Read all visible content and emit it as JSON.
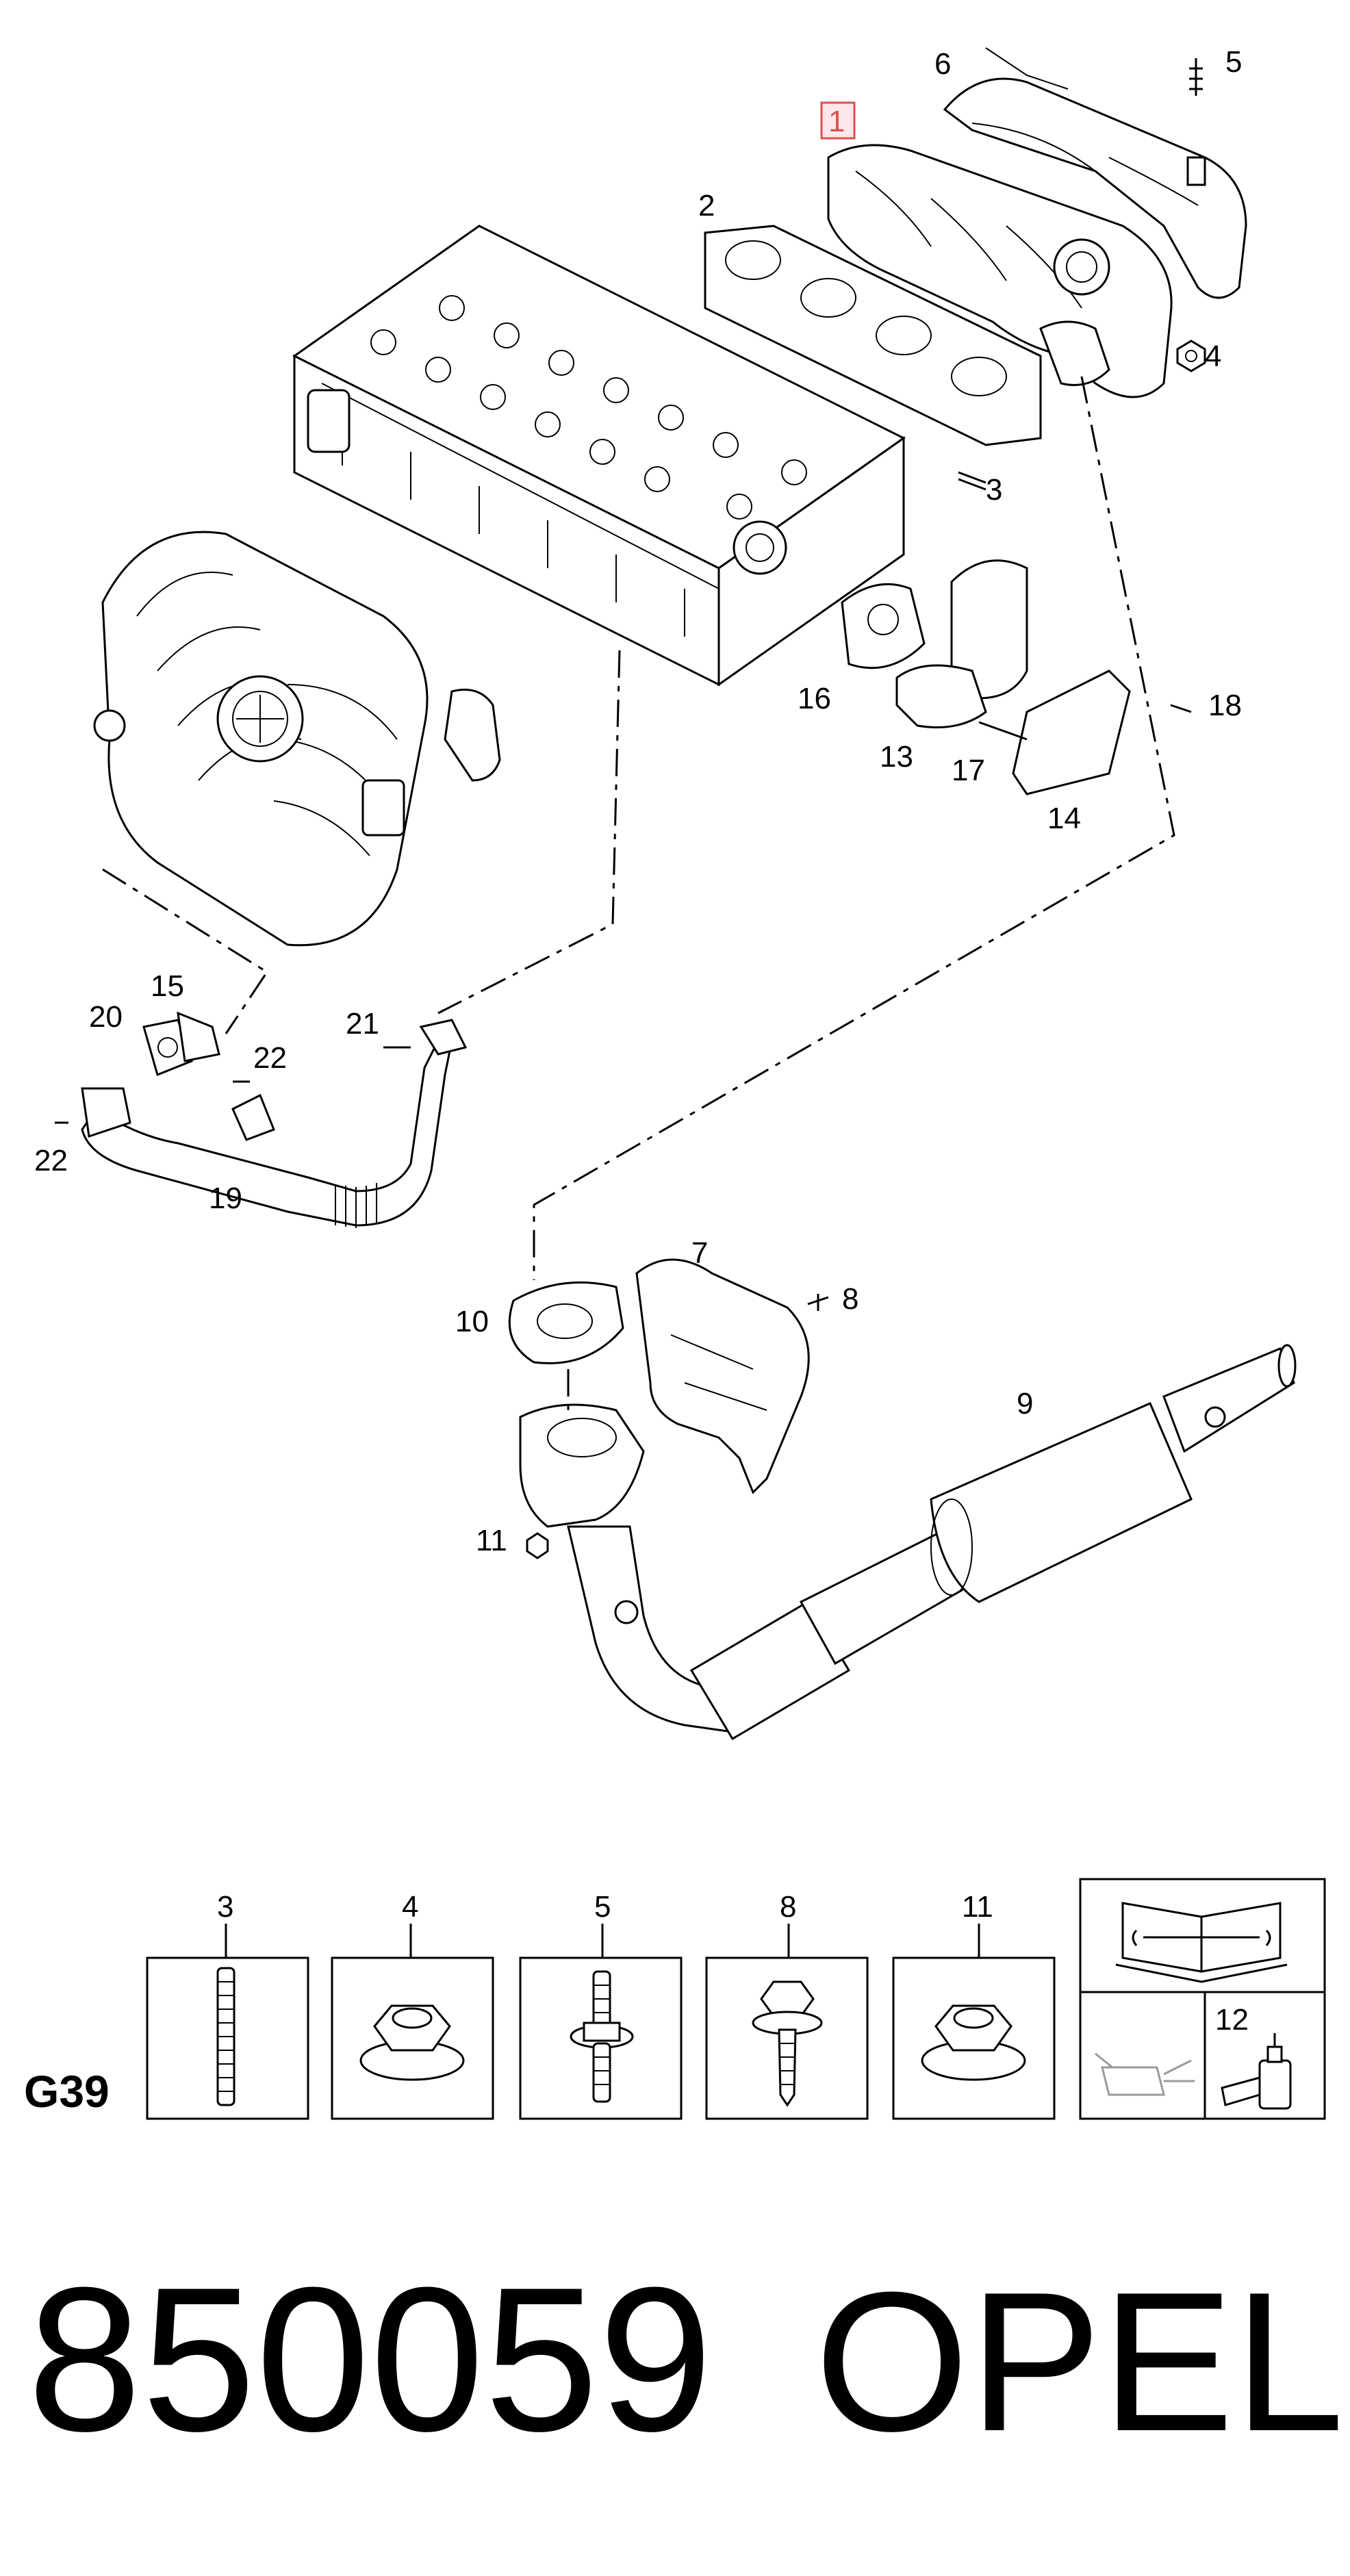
{
  "callouts": {
    "p1": "1",
    "p2": "2",
    "p3": "3",
    "p4": "4",
    "p5": "5",
    "p6": "6",
    "p7": "7",
    "p8": "8",
    "p9": "9",
    "p10": "10",
    "p11": "11",
    "p13": "13",
    "p14": "14",
    "p15": "15",
    "p16": "16",
    "p17": "17",
    "p18": "18",
    "p19": "19",
    "p20": "20",
    "p21": "21",
    "p22a": "22",
    "p22b": "22"
  },
  "fasteners": {
    "labels": [
      "3",
      "4",
      "5",
      "8",
      "11"
    ],
    "icons": [
      "stud-icon",
      "flange-nut-icon",
      "double-stud-icon",
      "flange-bolt-icon",
      "flange-nut-icon"
    ]
  },
  "service": {
    "manual_icon": "service-manual-icon",
    "oil_icon": "oil-can-icon",
    "sealant_label": "12",
    "sealant_icon": "sealant-bottle-icon"
  },
  "section_code": "G39",
  "part_number": "850059",
  "brand": "OPEL",
  "colors": {
    "highlight": "#d9534f",
    "highlight_fill": "#fde7ea",
    "line": "#000000"
  }
}
